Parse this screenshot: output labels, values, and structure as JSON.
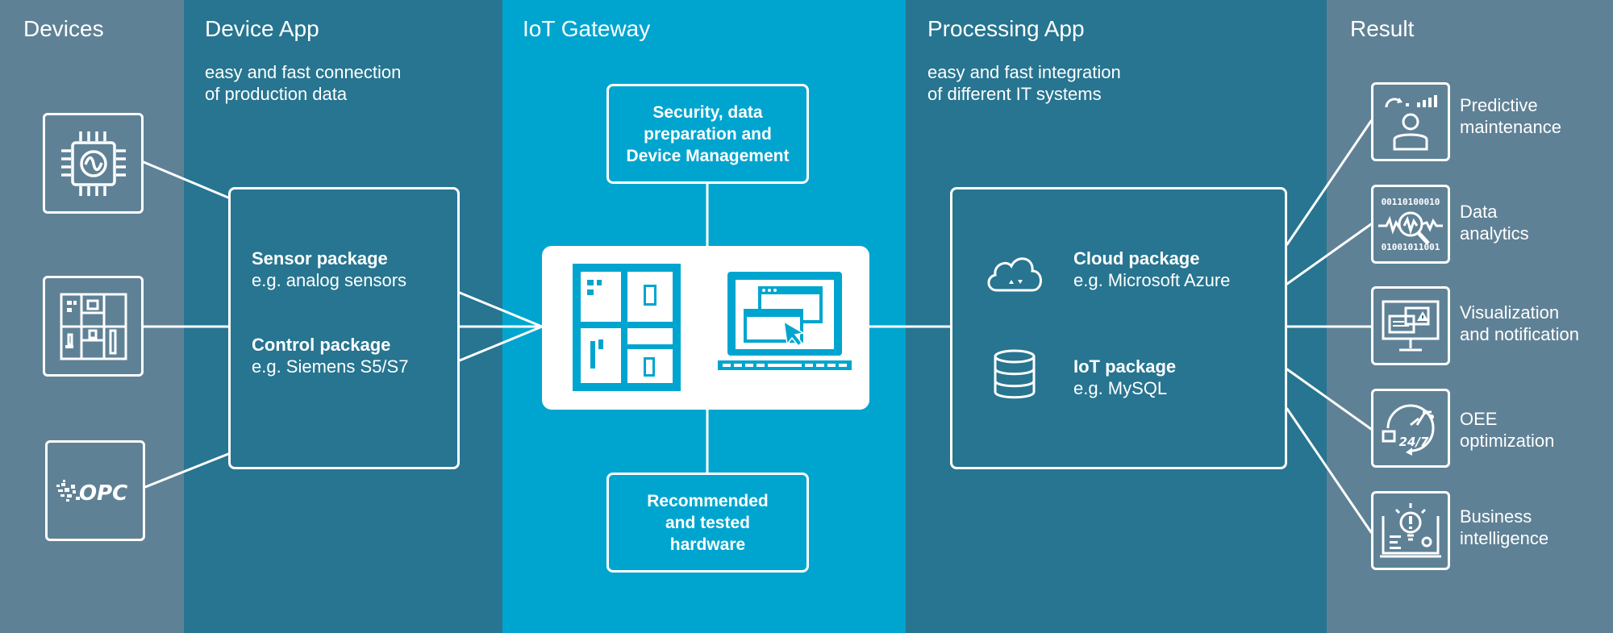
{
  "columns": {
    "devices": {
      "title": "Devices"
    },
    "device_app": {
      "title": "Device App",
      "subtitle_line1": "easy and fast connection",
      "subtitle_line2": "of production data"
    },
    "gateway": {
      "title": "IoT Gateway"
    },
    "processing_app": {
      "title": "Processing App",
      "subtitle_line1": "easy and fast integration",
      "subtitle_line2": "of different IT systems"
    },
    "result": {
      "title": "Result"
    }
  },
  "devices": {
    "items": [
      {
        "icon": "chip-sensor-icon"
      },
      {
        "icon": "control-cabinet-icon"
      },
      {
        "icon": "opc-logo-icon",
        "logo_text": "OPC"
      }
    ]
  },
  "device_app": {
    "packages": [
      {
        "title": "Sensor package",
        "subtitle": "e.g. analog sensors"
      },
      {
        "title": "Control package",
        "subtitle": "e.g. Siemens S5/S7"
      }
    ]
  },
  "gateway": {
    "top_box": {
      "line1": "Security, data",
      "line2": "preparation and",
      "line3": "Device Management"
    },
    "bottom_box": {
      "line1": "Recommended",
      "line2": "and tested",
      "line3": "hardware"
    },
    "panel_icons": [
      "control-cabinet-icon",
      "laptop-icon"
    ]
  },
  "processing_app": {
    "packages": [
      {
        "title": "Cloud package",
        "subtitle": "e.g. Microsoft Azure",
        "icon": "cloud-icon"
      },
      {
        "title": "IoT package",
        "subtitle": "e.g. MySQL",
        "icon": "database-icon"
      }
    ]
  },
  "results": {
    "items": [
      {
        "line1": "Predictive",
        "line2": "maintenance",
        "icon": "predictive-maintenance-icon"
      },
      {
        "line1": "Data",
        "line2": "analytics",
        "icon": "data-analytics-icon",
        "binary_top": "00110100010",
        "binary_bottom": "01001011001"
      },
      {
        "line1": "Visualization",
        "line2": "and notification",
        "icon": "visualization-icon"
      },
      {
        "line1": "OEE",
        "line2": "optimization",
        "icon": "oee-icon",
        "badge": "24/7"
      },
      {
        "line1": "Business",
        "line2": "intelligence",
        "icon": "business-intelligence-icon"
      }
    ]
  },
  "colors": {
    "devices_column": "#5f8196",
    "app_column": "#277590",
    "gateway_column": "#00a5cf",
    "line": "#ffffff"
  }
}
